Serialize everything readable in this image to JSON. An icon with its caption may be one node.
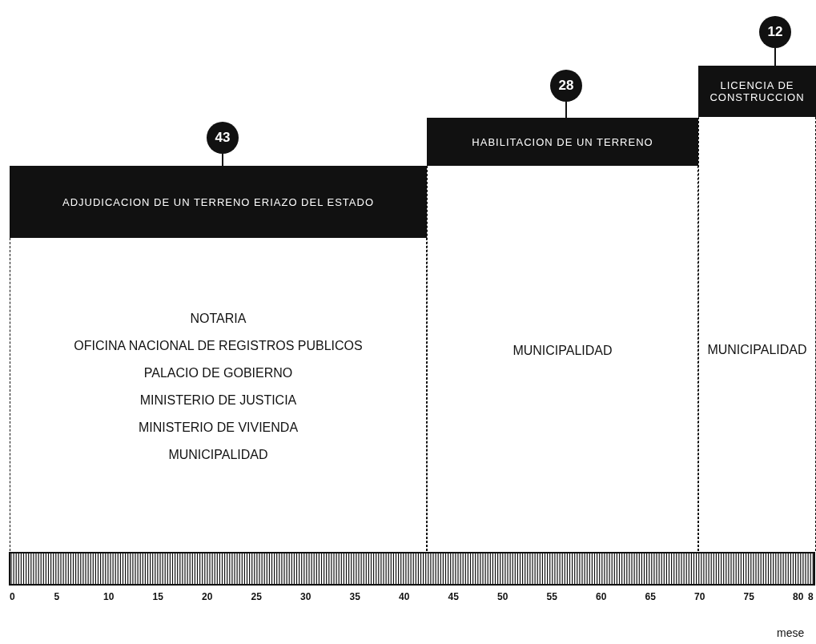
{
  "diagram": {
    "nodes": [
      {
        "text": [
          "43"
        ]
      },
      {
        "text": [
          "ADJUDICACION DE UN TERRENO ERIAZO DEL ESTADO"
        ]
      },
      {
        "text": [
          "NOTARIA",
          "OFICINA NACIONAL DE REGISTROS PUBLICOS",
          "PALACIO DE GOBIERNO",
          "MINISTERIO DE JUSTICIA",
          "MINISTERIO DE VIVIENDA",
          "MUNICIPALIDAD"
        ]
      },
      {
        "text": [
          "28"
        ]
      },
      {
        "text": [
          "HABILITACION DE UN TERRENO"
        ]
      },
      {
        "text": [
          "MUNICIPALIDAD"
        ]
      },
      {
        "text": [
          "12"
        ]
      },
      {
        "text": [
          "LICENCIA DE CONSTRUCCION"
        ]
      },
      {
        "text": [
          "MUNICIPALIDAD"
        ]
      }
    ],
    "edges": [
      {
        "from": 0,
        "to": 1,
        "arrow": "none"
      },
      {
        "from": 3,
        "to": 4,
        "arrow": "none"
      },
      {
        "from": 6,
        "to": 7,
        "arrow": "none"
      }
    ],
    "labels": [
      "0",
      "5",
      "10",
      "15",
      "20",
      "25",
      "30",
      "35",
      "40",
      "45",
      "50",
      "55",
      "60",
      "65",
      "70",
      "75",
      "80",
      "8",
      "mese"
    ]
  }
}
